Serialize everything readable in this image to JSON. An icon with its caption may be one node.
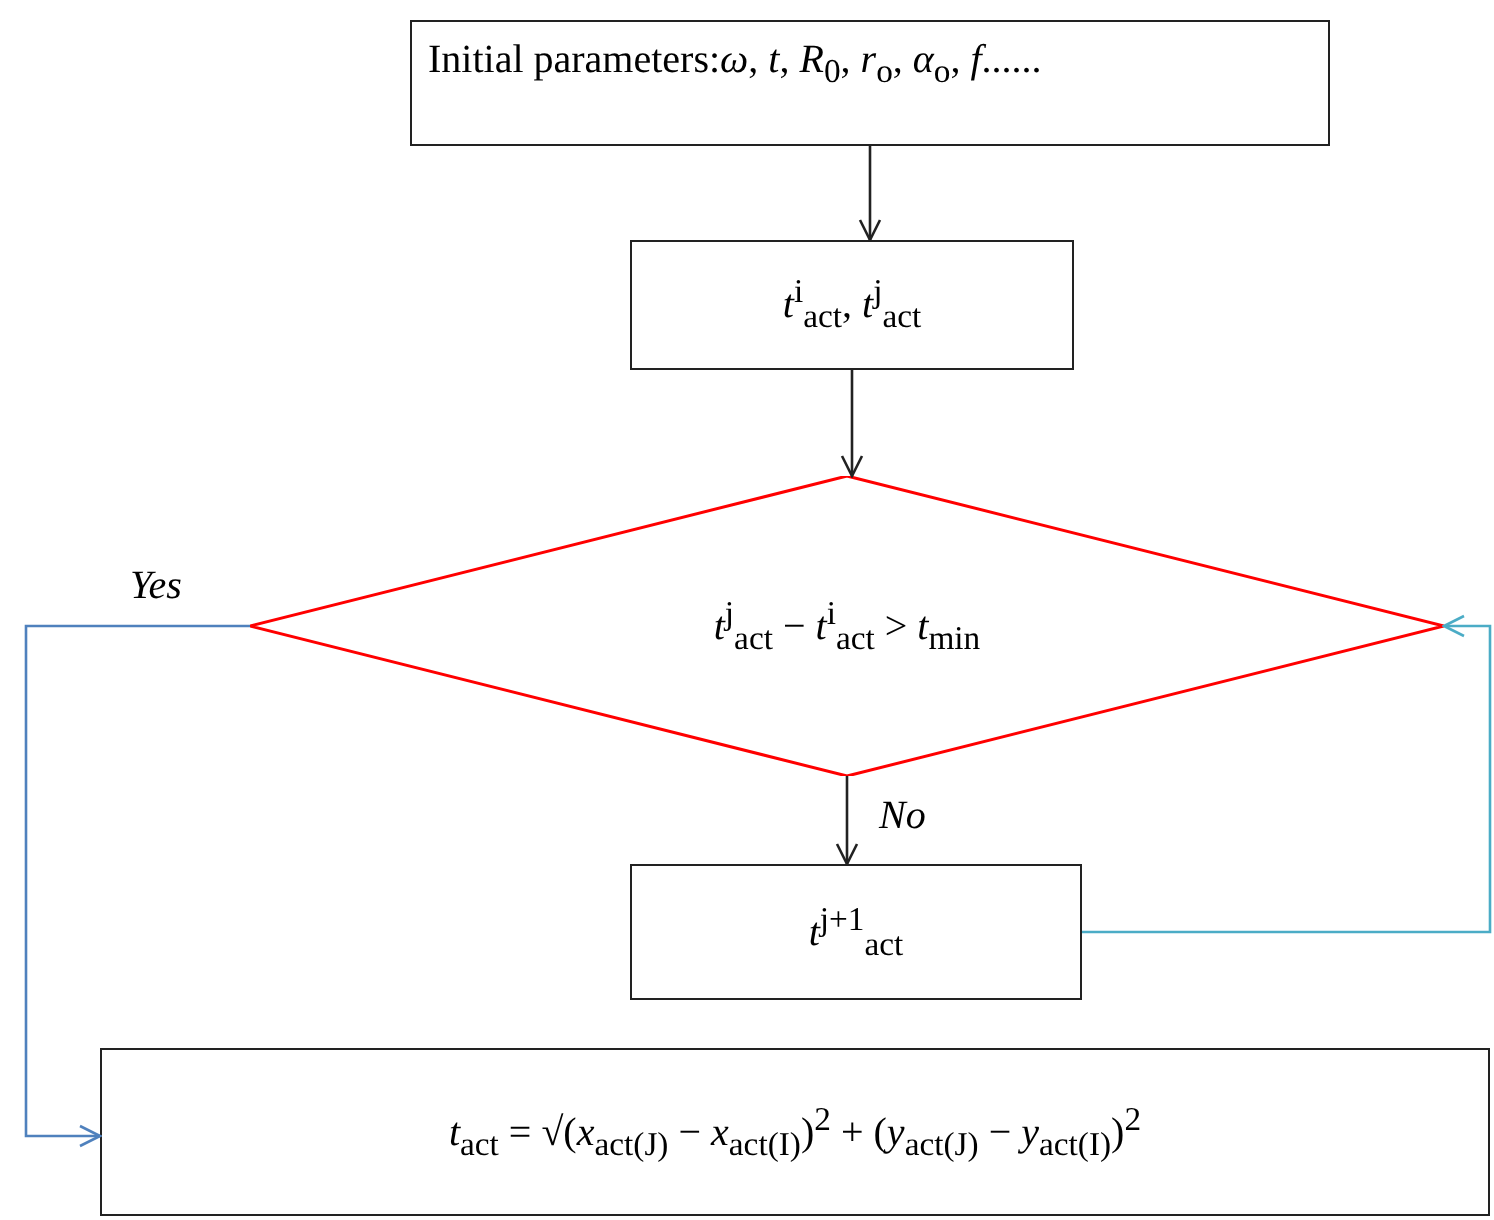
{
  "diagram": {
    "nodes": [
      {
        "text": [
          "Initial parameters:*ω*, *t*, *R*$_{0}$, *r*$_{o}$, *α*$_{o}$, *f*......"
        ]
      },
      {
        "text": [
          "*t*$^{i}$$_{act}$, *t*$^{j}$$_{act}$"
        ]
      },
      {
        "text": [
          "*t*$^{j}$$_{act}$ − *t*$^{i}$$_{act}$ > *t*$_{min}$"
        ]
      },
      {
        "text": [
          "*t*$^{j+1}$$_{act}$"
        ]
      },
      {
        "text": [
          "*t*$_{act}$ = √(*x*$_{act(J)}$ − *x*$_{act(I)}$)$^{2}$ + (*y*$_{act(J)}$ − *y*$_{act(I)}$)$^{2}$"
        ]
      }
    ],
    "edges": [
      {
        "from": 0,
        "to": 1,
        "arrow": "to"
      },
      {
        "from": 1,
        "to": 2,
        "arrow": "to"
      },
      {
        "from": 2,
        "to": 3,
        "arrow": "to",
        "label": "No"
      },
      {
        "from": 2,
        "to": 4,
        "arrow": "to",
        "label": "Yes",
        "color": "#4f81bd"
      },
      {
        "from": 3,
        "to": 2,
        "arrow": "to",
        "color": "#4bacc6"
      }
    ]
  }
}
